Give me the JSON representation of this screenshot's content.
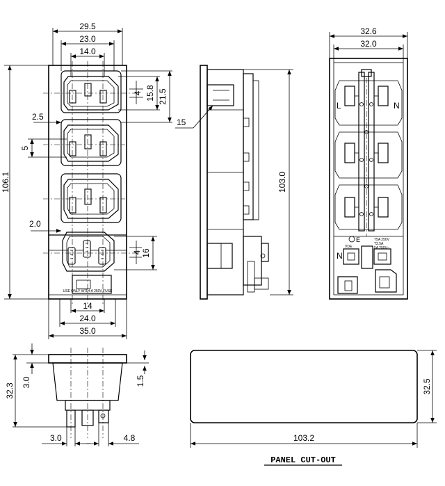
{
  "front_view": {
    "top_width_outer": "29.5",
    "top_width_mid": "23.0",
    "top_width_inner": "14.0",
    "offset_left": "2.5",
    "pin_pitch_v": "5",
    "total_height": "106.1",
    "offset_left_lower": "2.0",
    "pin_dim_right": "4",
    "inlet_height": "15.8",
    "inlet_pitch": "21.5",
    "fuse_pin_dim": "4",
    "fuse_height": "16",
    "bottom_inner": "14",
    "bottom_mid": "24.0",
    "bottom_outer": "35.0",
    "fuse_label": "USE ONLY WITH A 250V FUSE"
  },
  "side_view": {
    "callout": "15",
    "height": "103.0"
  },
  "rear_view": {
    "width_outer": "32.6",
    "width_inner": "32.0",
    "label_l": "L",
    "label_n": "N",
    "label_n_lower": "N",
    "label_e": "E",
    "label_vde": "VDE",
    "rating_1": "T5A 250V",
    "rating_2": "T2.5A",
    "rating_3": "5A 250V~"
  },
  "bottom_view": {
    "height_total": "32.3",
    "flange": "3.0",
    "step": "1.5",
    "pin_offset": "3.0",
    "pin_width": "4.8"
  },
  "panel_cutout": {
    "height": "32.5",
    "width": "103.2",
    "title": "PANEL CUT-OUT"
  }
}
